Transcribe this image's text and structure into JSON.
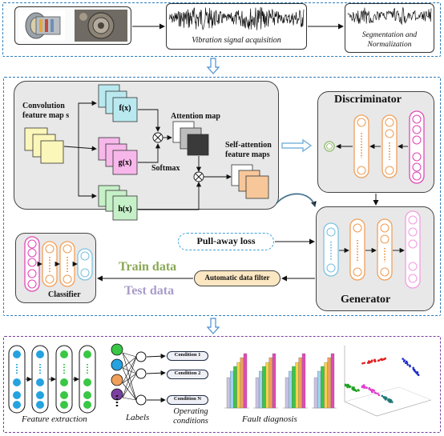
{
  "colors": {
    "top_panel_border": "#2b7bb9",
    "middle_panel_border": "#2b7bb9",
    "bottom_panel_border": "#7a3fa0",
    "gray_box": "#e8e8e8",
    "f_box": "#b9e9ef",
    "g_box": "#f7b7ea",
    "h_box": "#c6f0c8",
    "conv_front": "#fbf6b9",
    "attn_front": "#3a3a3a",
    "selfattn_front": "#f7c79a",
    "train_data": "#8aa856",
    "test_data": "#a99bc8",
    "filter_box": "#fbe7c2",
    "pullaway_border": "#3fa3dc",
    "arrow_blue": "#7fb6dd"
  },
  "top": {
    "vibration_label": "Vibration signal acquisition",
    "segmentation_label": "Segmentation and Normalization"
  },
  "middle": {
    "conv_label": "Convolution feature map s",
    "f_label": "f(x)",
    "g_label": "g(x)",
    "h_label": "h(x)",
    "attention_label": "Attention map",
    "softmax_label": "Softmax",
    "selfattn_label": "Self-attention feature maps",
    "discriminator_label": "Discriminator",
    "generator_label": "Generator",
    "pullaway_label": "Pull-away loss",
    "train_label": "Train data",
    "test_label": "Test data",
    "filter_label": "Automatic data filter",
    "classifier_label": "Classifier"
  },
  "bottom": {
    "feature_extraction_label": "Feature extraction",
    "labels_label": "Labels",
    "operating_label": "Operating conditions",
    "fault_label": "Fault diagnosis",
    "condition_1": "Condition 1",
    "condition_2": "Condition 2",
    "condition_n": "Condition N"
  }
}
